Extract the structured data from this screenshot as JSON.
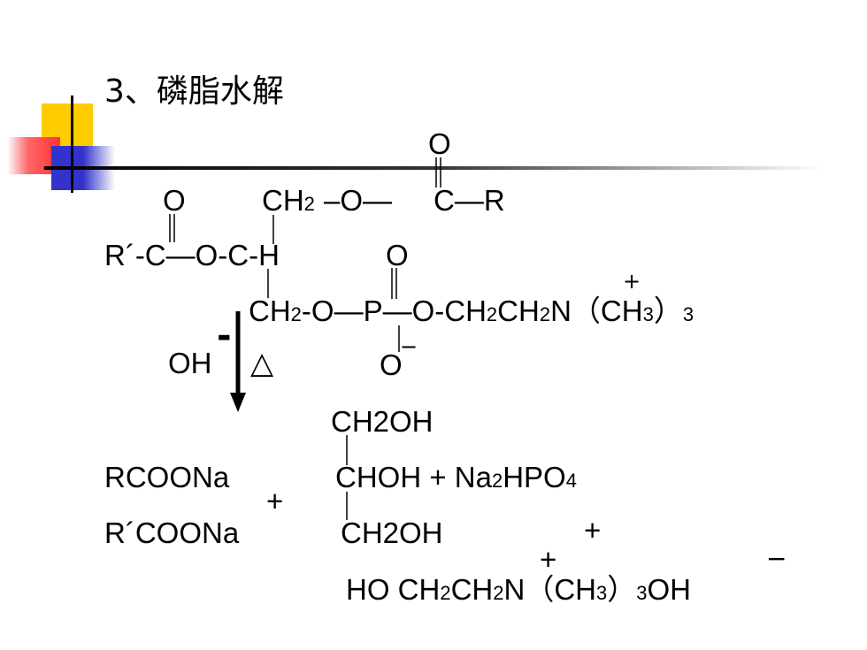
{
  "slide": {
    "title": "3、磷脂水解"
  },
  "reactant": {
    "o_top": "O",
    "o_left": "O",
    "ch2_top": "CH",
    "ch2_top_sub": "2",
    "o_ester1": "–O—",
    "c_top": "C—R",
    "r_prime_c": "R´-C—O-C-H",
    "o_phos_top": "O",
    "ch2_mid": "CH",
    "ch2_mid_sub": "2",
    "o_bridge": "-O—P—O-CH",
    "sub_2a": "2",
    "ch_b": "CH",
    "sub_2b": "2",
    "n_group": "N（CH",
    "sub_3a": "3",
    "close_paren": "）",
    "sub_3b": "3",
    "o_minus": "O",
    "plus_sign": "+",
    "minus_sign": "−"
  },
  "conditions": {
    "oh": "OH",
    "minus": "-",
    "delta": "△"
  },
  "products": {
    "ch2oh_top": "CH2OH",
    "rcoona": "RCOONa",
    "rprime_coona": "R´COONa",
    "plus1": "+",
    "chohl": "CHOH   +   Na",
    "na_sub": "2",
    "hpo": "HPO",
    "hpo_sub": "4",
    "ch2oh_bottom": "CH2OH",
    "plus2": "+",
    "plus3": "+",
    "ho_choline": "HO CH",
    "ho_sub1": "2",
    "ho_ch": "CH",
    "ho_sub2": "2",
    "ho_n": "N（CH",
    "ho_sub3": "3",
    "ho_close": "）",
    "ho_sub4": "3",
    "ho_oh": "OH",
    "ho_minus": "−"
  }
}
